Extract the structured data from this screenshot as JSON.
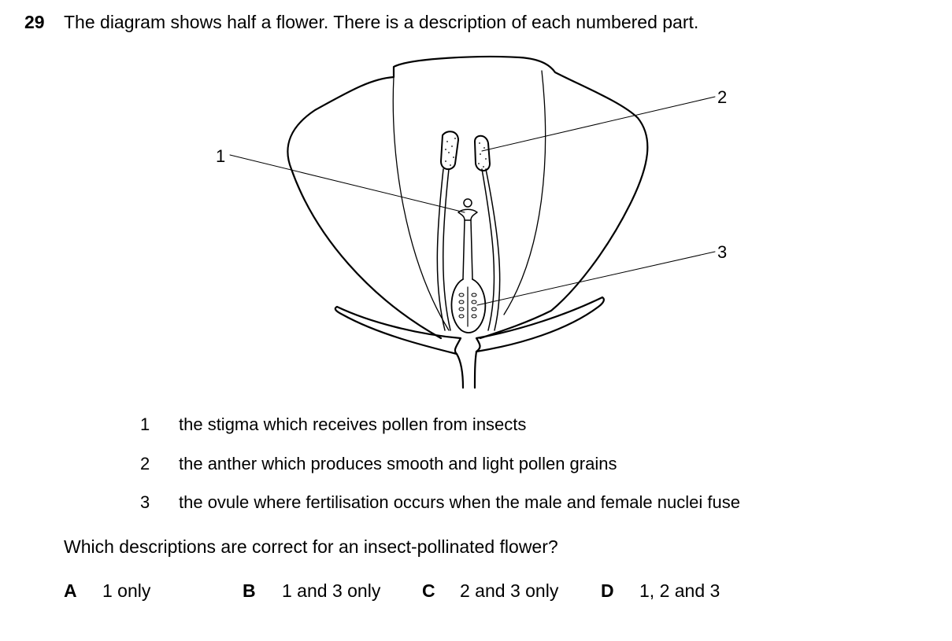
{
  "question": {
    "number": "29",
    "text": "The diagram shows half a flower. There is a description of each numbered part."
  },
  "diagram": {
    "labels": [
      "1",
      "2",
      "3"
    ]
  },
  "descriptions": [
    {
      "number": "1",
      "text": "the stigma which receives pollen from insects"
    },
    {
      "number": "2",
      "text": "the anther which produces smooth and light pollen grains"
    },
    {
      "number": "3",
      "text": "the ovule where fertilisation occurs when the male and female nuclei fuse"
    }
  ],
  "prompt": "Which descriptions are correct for an insect-pollinated flower?",
  "options": [
    {
      "letter": "A",
      "text": "1 only"
    },
    {
      "letter": "B",
      "text": "1 and 3 only"
    },
    {
      "letter": "C",
      "text": "2 and 3 only"
    },
    {
      "letter": "D",
      "text": "1, 2 and 3"
    }
  ]
}
